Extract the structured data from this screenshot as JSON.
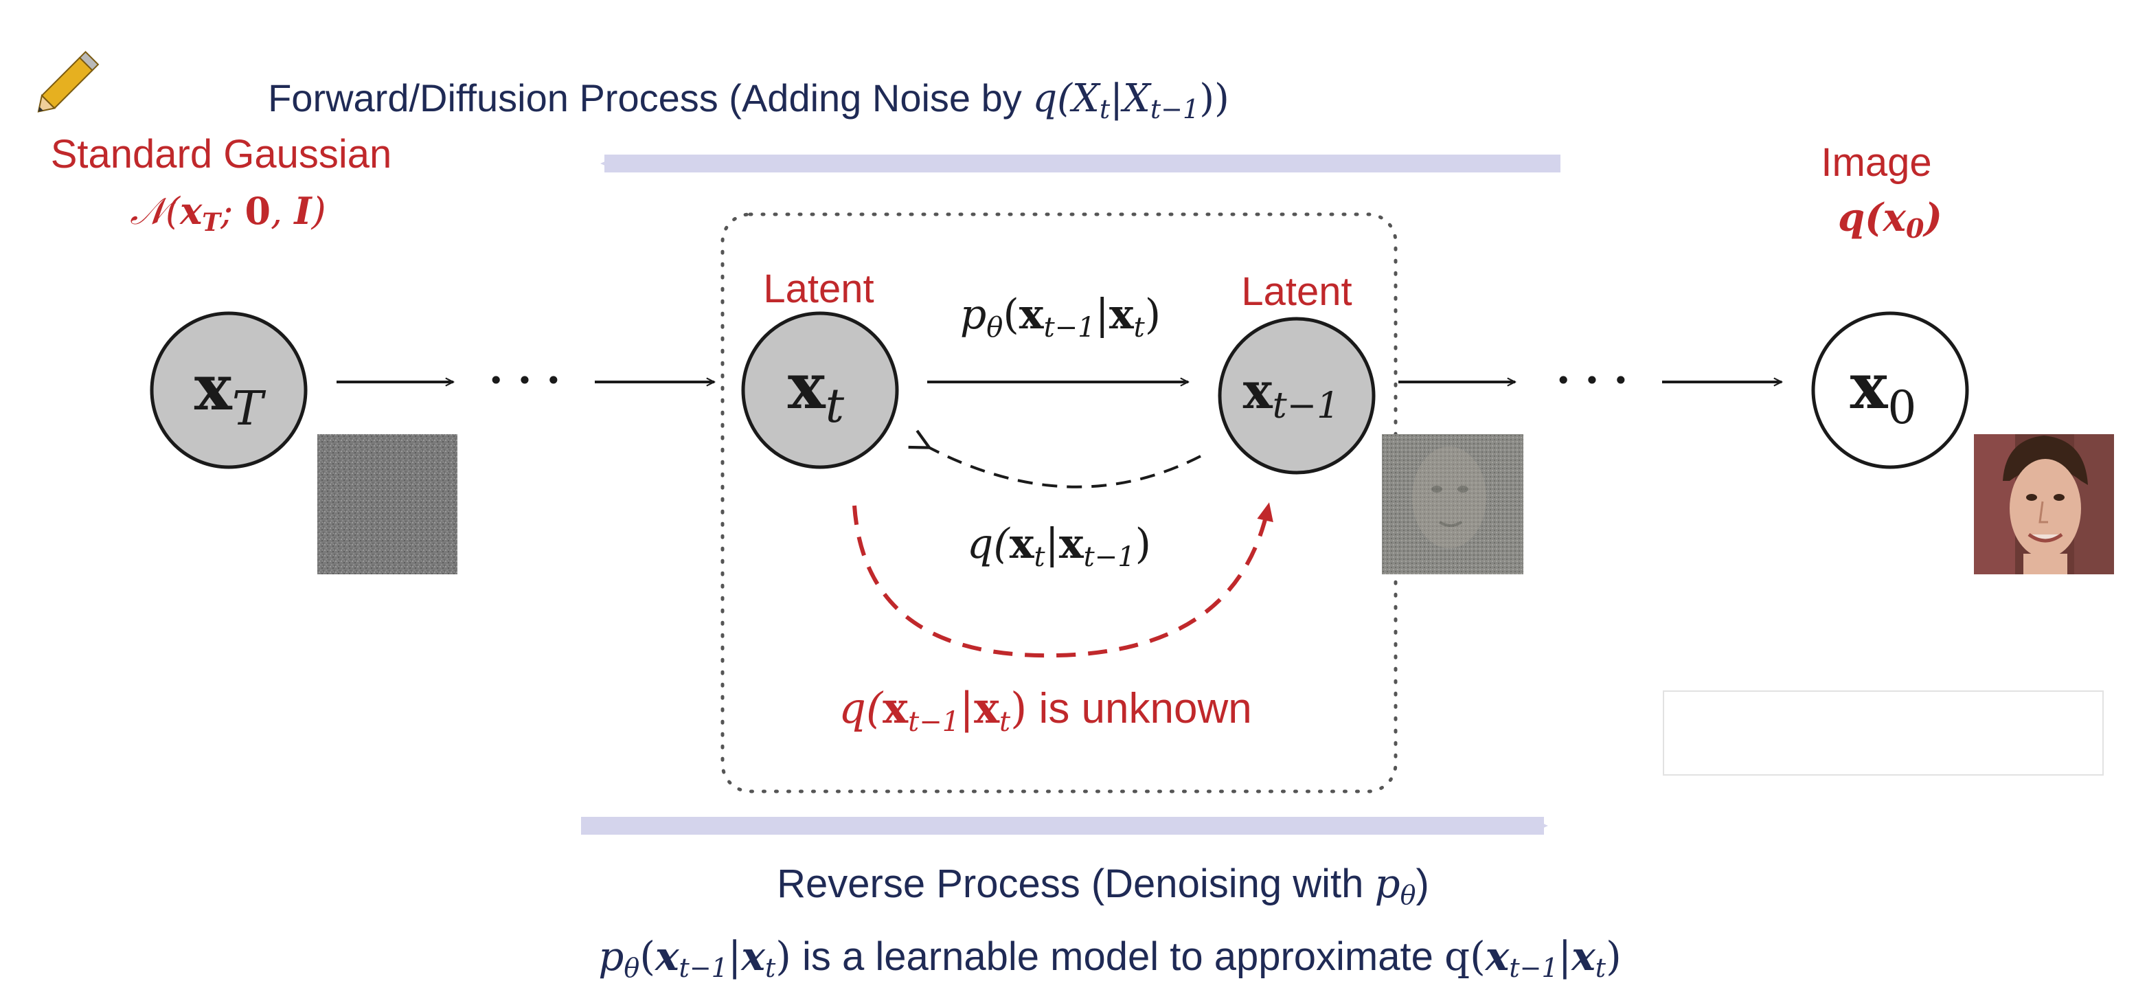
{
  "colors": {
    "navy": "#1f2a55",
    "red": "#c0282b",
    "band": "#d4d4ec",
    "node_fill": "#c4c4c4",
    "node_stroke": "#1a1a1a",
    "box_border": "#555555"
  },
  "icons": {
    "pencil": "pencil-icon"
  },
  "forward": {
    "label_prefix": "Forward/Diffusion Process (Adding Noise by ",
    "formula": "q(X",
    "formula_sub1": "t",
    "formula_mid": "|X",
    "formula_sub2": "t−1",
    "formula_end": "))"
  },
  "reverse": {
    "label_prefix": "Reverse Process (Denoising with ",
    "formula": "p",
    "formula_sub": "θ",
    "label_suffix": ")"
  },
  "left_caption": {
    "title": "Standard Gaussian",
    "formula_a": "𝒩(",
    "formula_b": "x",
    "formula_b_sub": "T",
    "formula_c": "; ",
    "formula_d": "0",
    "formula_e": ", ",
    "formula_f": "I",
    "formula_g": ")"
  },
  "right_caption": {
    "title": "Image",
    "formula_a": "q(",
    "formula_b": "x",
    "formula_b_sub": "0",
    "formula_c": ")"
  },
  "nodes": {
    "xT": {
      "main": "x",
      "sub": "T"
    },
    "xt": {
      "main": "x",
      "sub": "t",
      "label": "Latent"
    },
    "xt1": {
      "main": "x",
      "sub": "t−1",
      "label": "Latent"
    },
    "x0": {
      "main": "x",
      "sub": "0"
    }
  },
  "ellipsis": "· · ·",
  "edges": {
    "p_theta": {
      "a": "p",
      "a_sub": "θ",
      "b": "(",
      "c": "x",
      "c_sub": "t−1",
      "d": "|",
      "e": "x",
      "e_sub": "t",
      "f": ")"
    },
    "q_forward": {
      "a": "q(",
      "b": "x",
      "b_sub": "t",
      "c": "|",
      "d": "x",
      "d_sub": "t−1",
      "e": ")"
    }
  },
  "unknown": {
    "a": "q(",
    "b": "x",
    "b_sub": "t−1",
    "c": "|",
    "d": "x",
    "d_sub": "t",
    "e": ")",
    "suffix": " is unknown"
  },
  "bottom_note": {
    "a": "p",
    "a_sub": "θ",
    "b": "(",
    "c": "x",
    "c_sub": "t−1",
    "d": "|",
    "e": "x",
    "e_sub": "t",
    "f": ")",
    "middle": " is a learnable model to approximate ",
    "g": "q(",
    "h": "x",
    "h_sub": "t−1",
    "i": "|",
    "j": "x",
    "j_sub": "t",
    "k": ")"
  }
}
